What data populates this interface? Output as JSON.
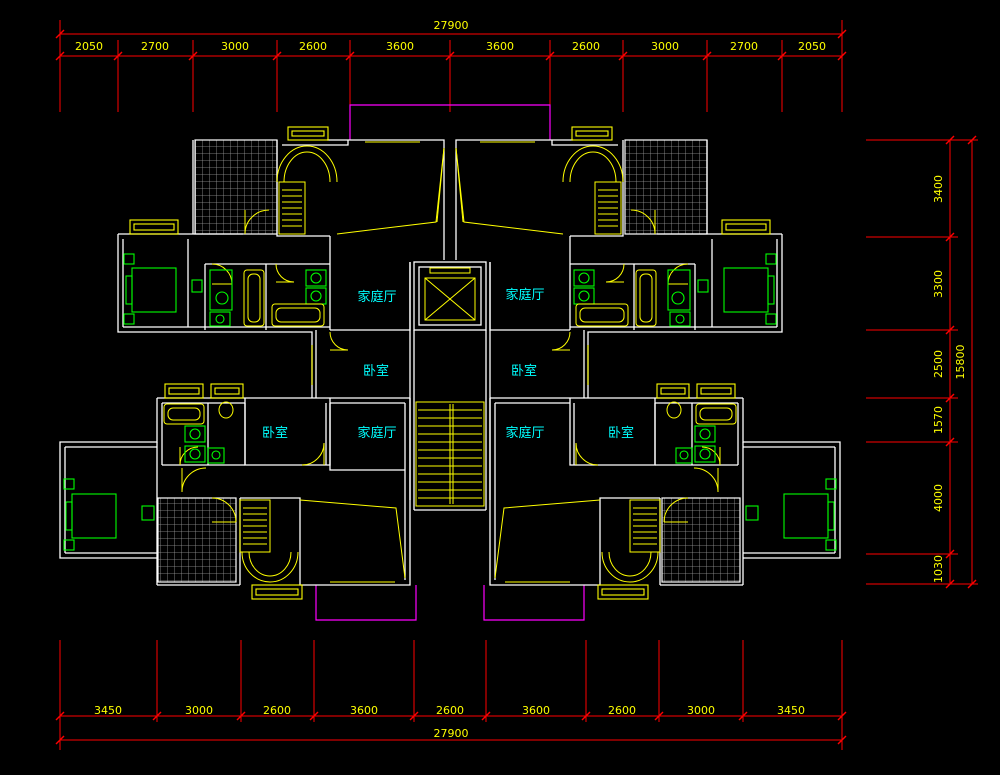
{
  "colors": {
    "background": "#000000",
    "dimension": "#ff0000",
    "dimension_text": "#ffff00",
    "wall": "#ffffff",
    "detail": "#ffff00",
    "fixture": "#00ff00",
    "room_label": "#00ffff",
    "overhang": "#ff00ff",
    "tile": "#bbbbbb"
  },
  "dimensions": {
    "top_total": "27900",
    "top_segments": [
      "2050",
      "2700",
      "3000",
      "2600",
      "3600",
      "3600",
      "2600",
      "3000",
      "2700",
      "2050"
    ],
    "bottom_total": "27900",
    "bottom_segments": [
      "3450",
      "3000",
      "2600",
      "3600",
      "2600",
      "3600",
      "2600",
      "3000",
      "3450"
    ],
    "right_total": "15800",
    "right_segments": [
      "3400",
      "3300",
      "2500",
      "1570",
      "4000",
      "1030"
    ]
  },
  "rooms": {
    "upper_left_living": "家庭厅",
    "upper_right_living": "家庭厅",
    "upper_left_bedroom": "卧室",
    "upper_right_bedroom": "卧室",
    "lower_left_living": "家庭厅",
    "lower_right_living": "家庭厅",
    "lower_left_bedroom": "卧室",
    "lower_right_bedroom": "卧室"
  }
}
